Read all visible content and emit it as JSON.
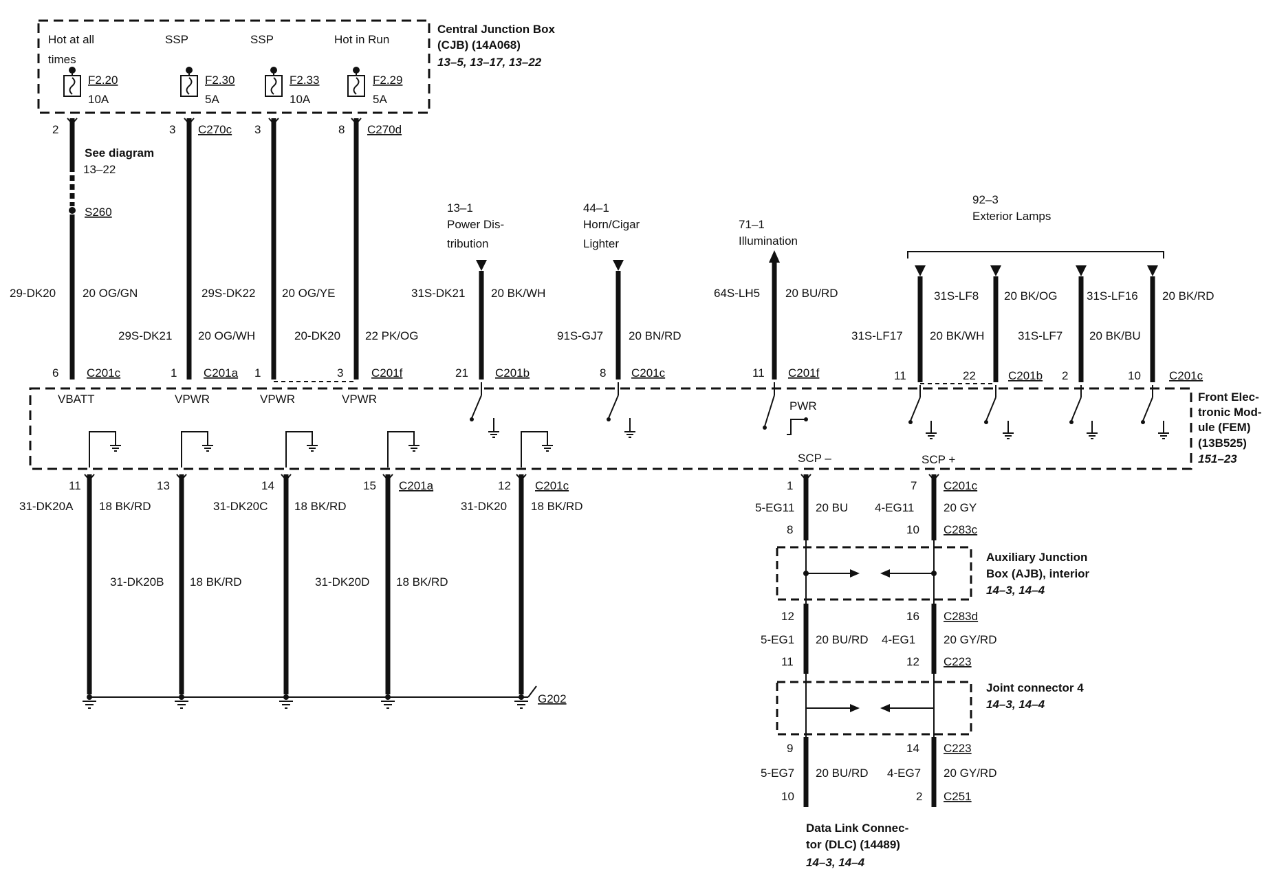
{
  "cjb": {
    "title1": "Central Junction Box",
    "title2": "(CJB) (14A068)",
    "refs": "13–5, 13–17, 13–22",
    "feeds": [
      "Hot at all",
      "times",
      "SSP",
      "SSP",
      "Hot in Run"
    ],
    "fuses": [
      {
        "id": "F2.20",
        "amp": "10A"
      },
      {
        "id": "F2.30",
        "amp": "5A"
      },
      {
        "id": "F2.33",
        "amp": "10A"
      },
      {
        "id": "F2.29",
        "amp": "5A"
      }
    ]
  },
  "top_pins": [
    {
      "pin": "2",
      "conn": ""
    },
    {
      "pin": "3",
      "conn": "C270c"
    },
    {
      "pin": "3",
      "conn": ""
    },
    {
      "pin": "8",
      "conn": "C270d"
    }
  ],
  "see_diagram": {
    "line1": "See diagram",
    "line2": "13–22",
    "splice": "S260"
  },
  "supply_wires": [
    {
      "circuit": "29-DK20",
      "color": "20 OG/GN"
    },
    {
      "circuit": "29S-DK22",
      "color": "20 OG/YE"
    },
    {
      "circuit": "29S-DK21",
      "color": "20 OG/WH"
    },
    {
      "circuit": "20-DK20",
      "color": "22 PK/OG"
    }
  ],
  "fem_top_pins": [
    {
      "pin": "6",
      "conn": "C201c",
      "label": "VBATT"
    },
    {
      "pin": "1",
      "conn": "C201a",
      "label": "VPWR"
    },
    {
      "pin": "1",
      "conn": "",
      "label": "VPWR"
    },
    {
      "pin": "3",
      "conn": "C201f",
      "label": "VPWR"
    }
  ],
  "outputs": [
    {
      "ref": "13–1",
      "desc1": "Power Dis-",
      "desc2": "tribution",
      "circuit": "31S-DK21",
      "color": "20 BK/WH",
      "pin": "21",
      "conn": "C201b"
    },
    {
      "ref": "44–1",
      "desc1": "Horn/Cigar",
      "desc2": "Lighter",
      "circuit": "91S-GJ7",
      "color": "20 BN/RD",
      "pin": "8",
      "conn": "C201c"
    },
    {
      "ref": "71–1",
      "desc1": "Illumination",
      "desc2": "",
      "circuit": "64S-LH5",
      "color": "20 BU/RD",
      "pin": "11",
      "conn": "C201f",
      "pwr": "PWR"
    }
  ],
  "exterior": {
    "ref": "92–3",
    "desc": "Exterior Lamps",
    "wires": [
      {
        "circuit": "31S-LF17",
        "color": "20 BK/WH",
        "pin": "11"
      },
      {
        "circuit": "31S-LF8",
        "color": "20 BK/OG",
        "pin": "22",
        "conn": "C201b"
      },
      {
        "circuit": "31S-LF7",
        "color": "20 BK/BU",
        "pin": "2"
      },
      {
        "circuit": "31S-LF16",
        "color": "20 BK/RD",
        "pin": "10",
        "conn": "C201c"
      }
    ]
  },
  "fem": {
    "title1": "Front Elec-",
    "title2": "tronic Mod-",
    "title3": "ule (FEM)",
    "title4": "(13B525)",
    "ref": "151–23"
  },
  "grounds": {
    "pins": [
      {
        "pin": "11",
        "circuit": "31-DK20A",
        "color": "18 BK/RD"
      },
      {
        "pin": "13",
        "circuit": "",
        "color": ""
      },
      {
        "pin": "14",
        "circuit": "31-DK20C",
        "color": "18 BK/RD"
      },
      {
        "pin": "15",
        "circuit": "",
        "color": "",
        "conn": "C201a"
      },
      {
        "pin": "12",
        "circuit": "31-DK20",
        "color": "18 BK/RD",
        "conn": "C201c"
      }
    ],
    "mid": [
      {
        "circuit": "31-DK20B",
        "color": "18 BK/RD"
      },
      {
        "circuit": "31-DK20D",
        "color": "18 BK/RD"
      }
    ],
    "ground_point": "G202"
  },
  "scp": {
    "minus": "SCP –",
    "plus": "SCP +",
    "seg1": {
      "pinL": "1",
      "pinR": "7",
      "conn": "C201c",
      "circL": "5-EG11",
      "colL": "20 BU",
      "circR": "4-EG11",
      "colR": "20 GY",
      "pinL2": "8",
      "pinR2": "10",
      "conn2": "C283c"
    },
    "ajb": {
      "title1": "Auxiliary Junction",
      "title2": "Box (AJB), interior",
      "refs": "14–3, 14–4"
    },
    "seg2": {
      "pinL": "12",
      "pinR": "16",
      "conn": "C283d",
      "circL": "5-EG1",
      "colL": "20 BU/RD",
      "circR": "4-EG1",
      "colR": "20 GY/RD",
      "pinL2": "11",
      "pinR2": "12",
      "conn2": "C223"
    },
    "jc": {
      "title": "Joint connector 4",
      "refs": "14–3, 14–4"
    },
    "seg3": {
      "pinL": "9",
      "pinR": "14",
      "conn": "C223",
      "circL": "5-EG7",
      "colL": "20 BU/RD",
      "circR": "4-EG7",
      "colR": "20 GY/RD",
      "pinL2": "10",
      "pinR2": "2",
      "conn2": "C251"
    },
    "dlc": {
      "title1": "Data Link Connec-",
      "title2": "tor (DLC) (14489)",
      "refs": "14–3, 14–4"
    }
  }
}
